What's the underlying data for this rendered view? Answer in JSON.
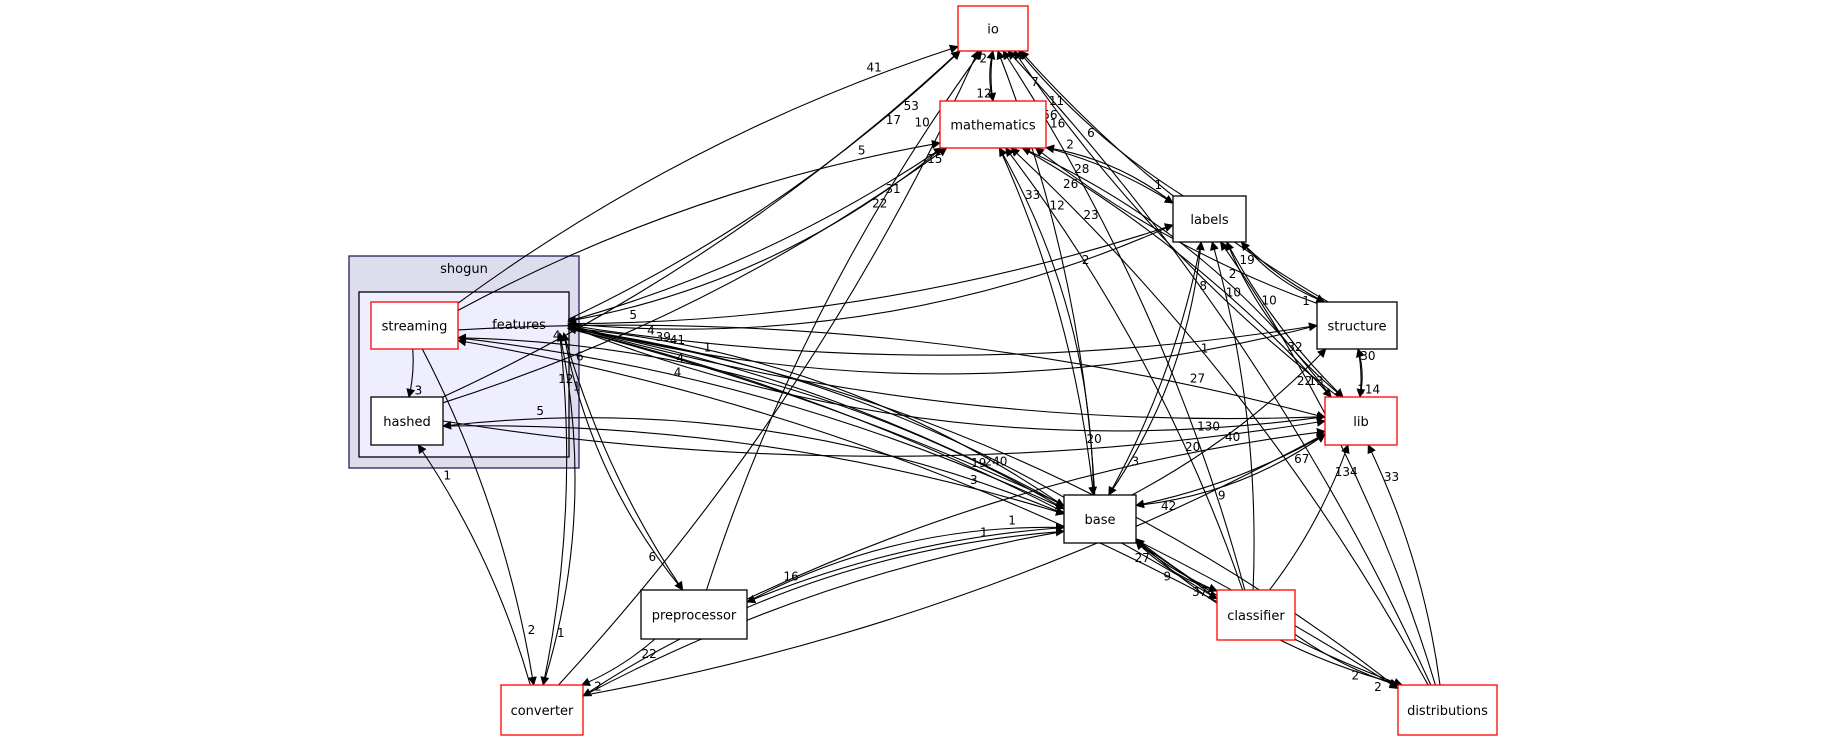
{
  "colors": {
    "outer_cluster_fill": "#dddded",
    "outer_cluster_stroke": "#1f1f5f",
    "inner_cluster_fill": "#eeeeff",
    "inner_cluster_stroke": "#000000",
    "external_node_stroke": "#ff0000",
    "plain_node_stroke": "#000000",
    "node_fill": "#ffffff",
    "edge": "#000000"
  },
  "clusters": {
    "outer": {
      "id": "shogun",
      "label": "shogun"
    },
    "inner": {
      "id": "features",
      "label": "features"
    }
  },
  "nodes": [
    {
      "id": "io",
      "label": "io",
      "style": "external"
    },
    {
      "id": "mathematics",
      "label": "mathematics",
      "style": "external"
    },
    {
      "id": "labels",
      "label": "labels",
      "style": "plain"
    },
    {
      "id": "structure",
      "label": "structure",
      "style": "plain"
    },
    {
      "id": "lib",
      "label": "lib",
      "style": "external"
    },
    {
      "id": "base",
      "label": "base",
      "style": "plain"
    },
    {
      "id": "streaming",
      "label": "streaming",
      "style": "external"
    },
    {
      "id": "hashed",
      "label": "hashed",
      "style": "plain"
    },
    {
      "id": "preprocessor",
      "label": "preprocessor",
      "style": "plain"
    },
    {
      "id": "classifier",
      "label": "classifier",
      "style": "external"
    },
    {
      "id": "converter",
      "label": "converter",
      "style": "external"
    },
    {
      "id": "distributions",
      "label": "distributions",
      "style": "external"
    }
  ],
  "edges": [
    {
      "from": "features",
      "to": "io",
      "label": "53"
    },
    {
      "from": "features",
      "to": "mathematics",
      "label": "31"
    },
    {
      "from": "features",
      "to": "labels",
      "label": "2"
    },
    {
      "from": "features",
      "to": "structure",
      "label": "1"
    },
    {
      "from": "features",
      "to": "lib",
      "label": "130"
    },
    {
      "from": "features",
      "to": "base",
      "label": "240"
    },
    {
      "from": "features",
      "to": "preprocessor",
      "label": "6"
    },
    {
      "from": "features",
      "to": "converter",
      "label": "1"
    },
    {
      "from": "features",
      "to": "distributions",
      "label": "9"
    },
    {
      "from": "features",
      "to": "classifier",
      "label": "2"
    },
    {
      "from": "streaming",
      "to": "io",
      "label": "41"
    },
    {
      "from": "streaming",
      "to": "mathematics",
      "label": "5"
    },
    {
      "from": "streaming",
      "to": "hashed",
      "label": "3"
    },
    {
      "from": "streaming",
      "to": "lib",
      "label": "27"
    },
    {
      "from": "streaming",
      "to": "base",
      "label": "19"
    },
    {
      "from": "streaming",
      "to": "converter",
      "label": "2"
    },
    {
      "from": "hashed",
      "to": "io",
      "label": "17"
    },
    {
      "from": "hashed",
      "to": "mathematics",
      "label": "22"
    },
    {
      "from": "hashed",
      "to": "lib",
      "label": "20"
    },
    {
      "from": "hashed",
      "to": "base",
      "label": "3"
    },
    {
      "from": "io",
      "to": "mathematics",
      "label": "12"
    },
    {
      "from": "mathematics",
      "to": "io",
      "label": "2"
    },
    {
      "from": "mathematics",
      "to": "features",
      "label": "5"
    },
    {
      "from": "mathematics",
      "to": "labels",
      "label": "1"
    },
    {
      "from": "mathematics",
      "to": "base",
      "label": "20"
    },
    {
      "from": "mathematics",
      "to": "lib",
      "label": "32"
    },
    {
      "from": "labels",
      "to": "io",
      "label": "7"
    },
    {
      "from": "labels",
      "to": "mathematics",
      "label": "2"
    },
    {
      "from": "labels",
      "to": "features",
      "label": "39"
    },
    {
      "from": "labels",
      "to": "base",
      "label": "3"
    },
    {
      "from": "labels",
      "to": "lib",
      "label": "13"
    },
    {
      "from": "labels",
      "to": "structure",
      "label": "1"
    },
    {
      "from": "structure",
      "to": "io",
      "label": "11"
    },
    {
      "from": "structure",
      "to": "labels",
      "label": "19"
    },
    {
      "from": "structure",
      "to": "mathematics",
      "label": "26"
    },
    {
      "from": "structure",
      "to": "lib",
      "label": "114"
    },
    {
      "from": "structure",
      "to": "features",
      "label": "4"
    },
    {
      "from": "lib",
      "to": "io",
      "label": "56"
    },
    {
      "from": "lib",
      "to": "features",
      "label": "4"
    },
    {
      "from": "lib",
      "to": "base",
      "label": "42"
    },
    {
      "from": "lib",
      "to": "mathematics",
      "label": "28"
    },
    {
      "from": "lib",
      "to": "structure",
      "label": "30"
    },
    {
      "from": "lib",
      "to": "labels",
      "label": "2"
    },
    {
      "from": "base",
      "to": "io",
      "label": "52"
    },
    {
      "from": "base",
      "to": "mathematics",
      "label": "33"
    },
    {
      "from": "base",
      "to": "features",
      "label": "4"
    },
    {
      "from": "base",
      "to": "hashed",
      "label": "5"
    },
    {
      "from": "base",
      "to": "labels",
      "label": "8"
    },
    {
      "from": "base",
      "to": "lib",
      "label": "67"
    },
    {
      "from": "base",
      "to": "structure",
      "label": "22"
    },
    {
      "from": "base",
      "to": "preprocessor",
      "label": "16"
    },
    {
      "from": "base",
      "to": "converter",
      "label": "22"
    },
    {
      "from": "base",
      "to": "classifier",
      "label": "37"
    },
    {
      "from": "base",
      "to": "distributions",
      "label": "2"
    },
    {
      "from": "base",
      "to": "streaming",
      "label": "4"
    },
    {
      "from": "preprocessor",
      "to": "io",
      "label": "10"
    },
    {
      "from": "preprocessor",
      "to": "features",
      "label": "12"
    },
    {
      "from": "preprocessor",
      "to": "base",
      "label": "1"
    },
    {
      "from": "preprocessor",
      "to": "lib",
      "label": "40"
    },
    {
      "from": "preprocessor",
      "to": "converter",
      "label": "2"
    },
    {
      "from": "classifier",
      "to": "io",
      "label": "16"
    },
    {
      "from": "classifier",
      "to": "mathematics",
      "label": "12"
    },
    {
      "from": "classifier",
      "to": "features",
      "label": "41"
    },
    {
      "from": "classifier",
      "to": "labels",
      "label": "10"
    },
    {
      "from": "classifier",
      "to": "lib",
      "label": "134"
    },
    {
      "from": "classifier",
      "to": "base",
      "label": "27"
    },
    {
      "from": "classifier",
      "to": "distributions",
      "label": "2"
    },
    {
      "from": "classifier",
      "to": "streaming",
      "label": "6"
    },
    {
      "from": "converter",
      "to": "io",
      "label": "15"
    },
    {
      "from": "converter",
      "to": "features",
      "label": "1"
    },
    {
      "from": "converter",
      "to": "hashed",
      "label": "1"
    },
    {
      "from": "converter",
      "to": "base",
      "label": "1"
    },
    {
      "from": "converter",
      "to": "lib",
      "label": "9"
    },
    {
      "from": "distributions",
      "to": "io",
      "label": "6"
    },
    {
      "from": "distributions",
      "to": "mathematics",
      "label": "23"
    },
    {
      "from": "distributions",
      "to": "labels",
      "label": "10"
    },
    {
      "from": "distributions",
      "to": "base",
      "label": "9"
    },
    {
      "from": "distributions",
      "to": "lib",
      "label": "33"
    },
    {
      "from": "distributions",
      "to": "features",
      "label": "1"
    }
  ]
}
